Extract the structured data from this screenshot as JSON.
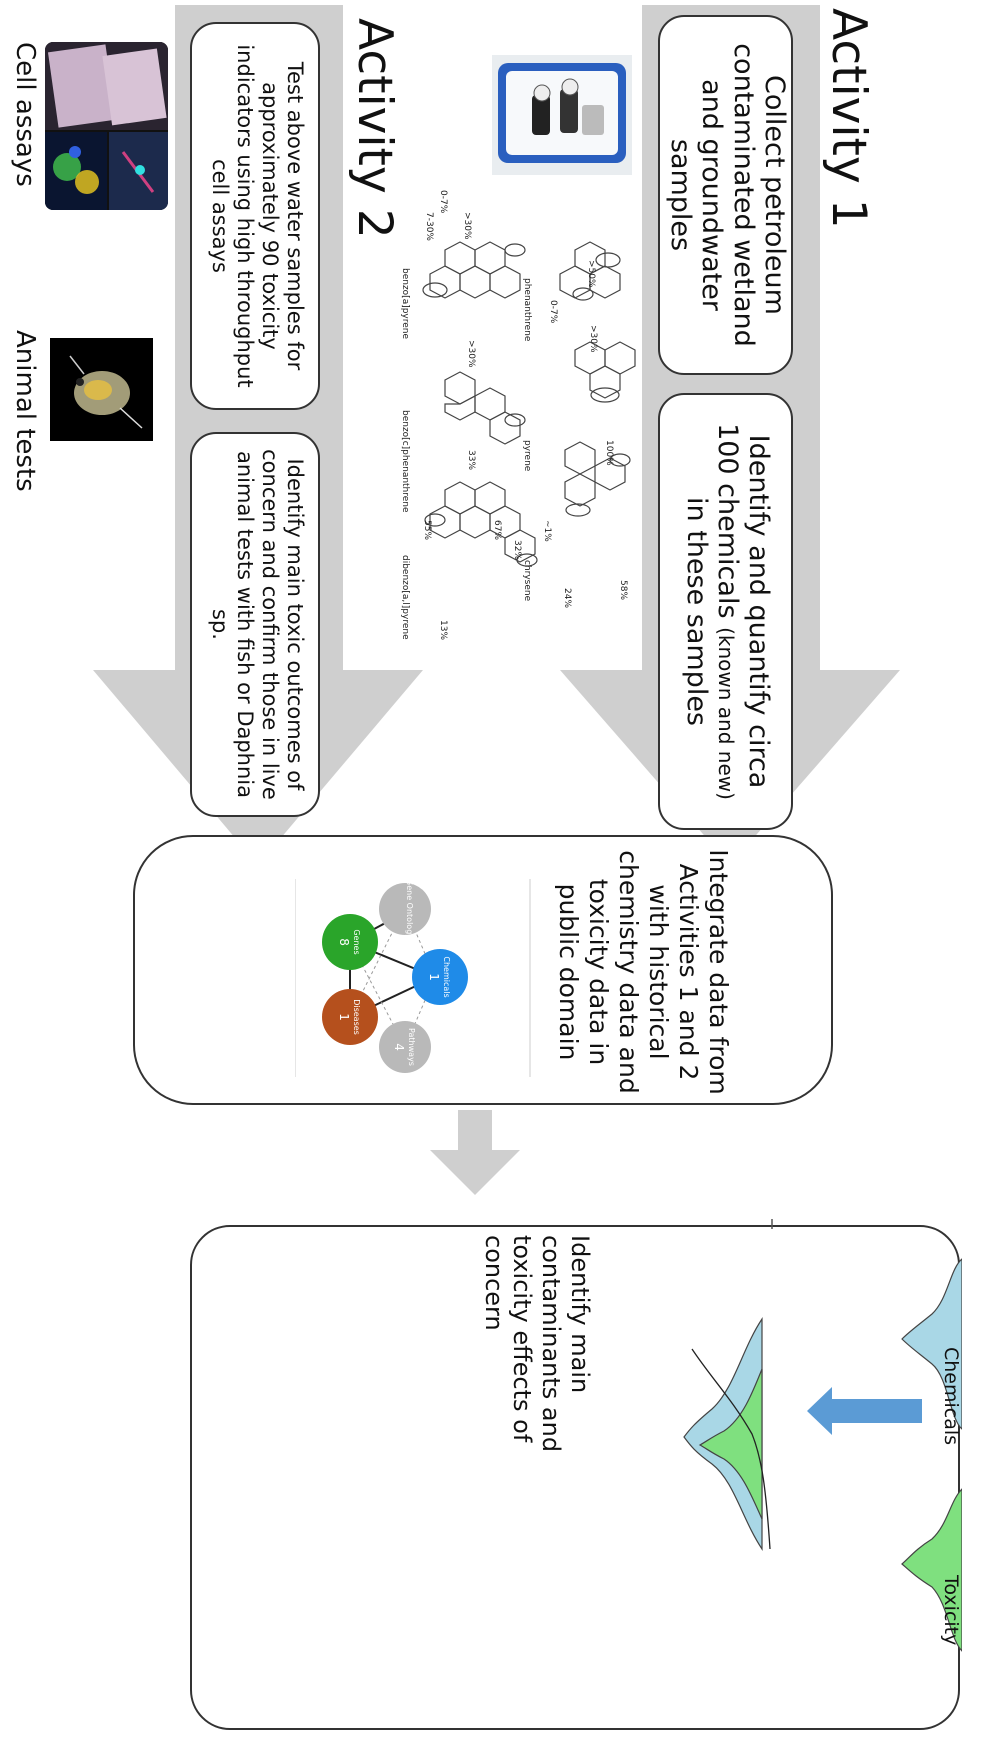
{
  "activity1": {
    "title": "Activity  1",
    "box1": "Collect petroleum contaminated wetland and groundwater samples",
    "box2": {
      "main_start": "Identify and quantify circa 100 chemicals",
      "paren": "(known and new)",
      "main_end": "in these samples"
    }
  },
  "activity2": {
    "title": "Activity 2",
    "box1": "Test above water samples for approximately 90 toxicity indicators using high throughput cell  assays",
    "box2": "Identify main toxic outcomes of concern and confirm those in live animal tests with fish or Daphnia sp."
  },
  "side_labels": {
    "cell_assays": "Cell assays",
    "animal_tests": "Animal tests"
  },
  "molecules": [
    {
      "name": "phenanthrene",
      "pcts": [
        ">50%",
        "0-7%",
        ">30%"
      ]
    },
    {
      "name": "pyrene",
      "pcts": [
        "100%"
      ]
    },
    {
      "name": "chrysene",
      "pcts": [
        "~1%",
        "58%",
        "24%"
      ]
    },
    {
      "name": "benzo[a]pyrene",
      "pcts": [
        ">30%",
        "0-7%",
        "7-30%",
        ">30%"
      ]
    },
    {
      "name": "benzo[c]phenanthrene",
      "pcts": [
        "67%",
        "33%"
      ]
    },
    {
      "name": "dibenzo[a,l]pyrene",
      "pcts": [
        "32%",
        "55%",
        "13%"
      ]
    }
  ],
  "integrate": {
    "text": "Integrate data from Activities 1 and 2 with historical chemistry data and toxicity data in public domain",
    "network": {
      "nodes": [
        {
          "label": "Gene Ontology",
          "count": "",
          "color": "#b9b9b9"
        },
        {
          "label": "Chemicals",
          "count": "1",
          "color": "#1f8be8"
        },
        {
          "label": "Pathways",
          "count": "4",
          "color": "#b9b9b9"
        },
        {
          "label": "Diseases",
          "count": "1",
          "color": "#b5501d"
        },
        {
          "label": "Genes",
          "count": "8",
          "color": "#2aa52a"
        }
      ]
    }
  },
  "final": {
    "text": "Identify main contaminants and toxicity effects of concern",
    "chemicals_label": "Chemicals",
    "toxicity_label": "Toxicity",
    "chem_color": "#a9d7e6",
    "tox_color": "#7fe07f",
    "arrow_color": "#5b9bd5"
  },
  "colors": {
    "stripe": "#cfcfcf",
    "border": "#333333"
  }
}
